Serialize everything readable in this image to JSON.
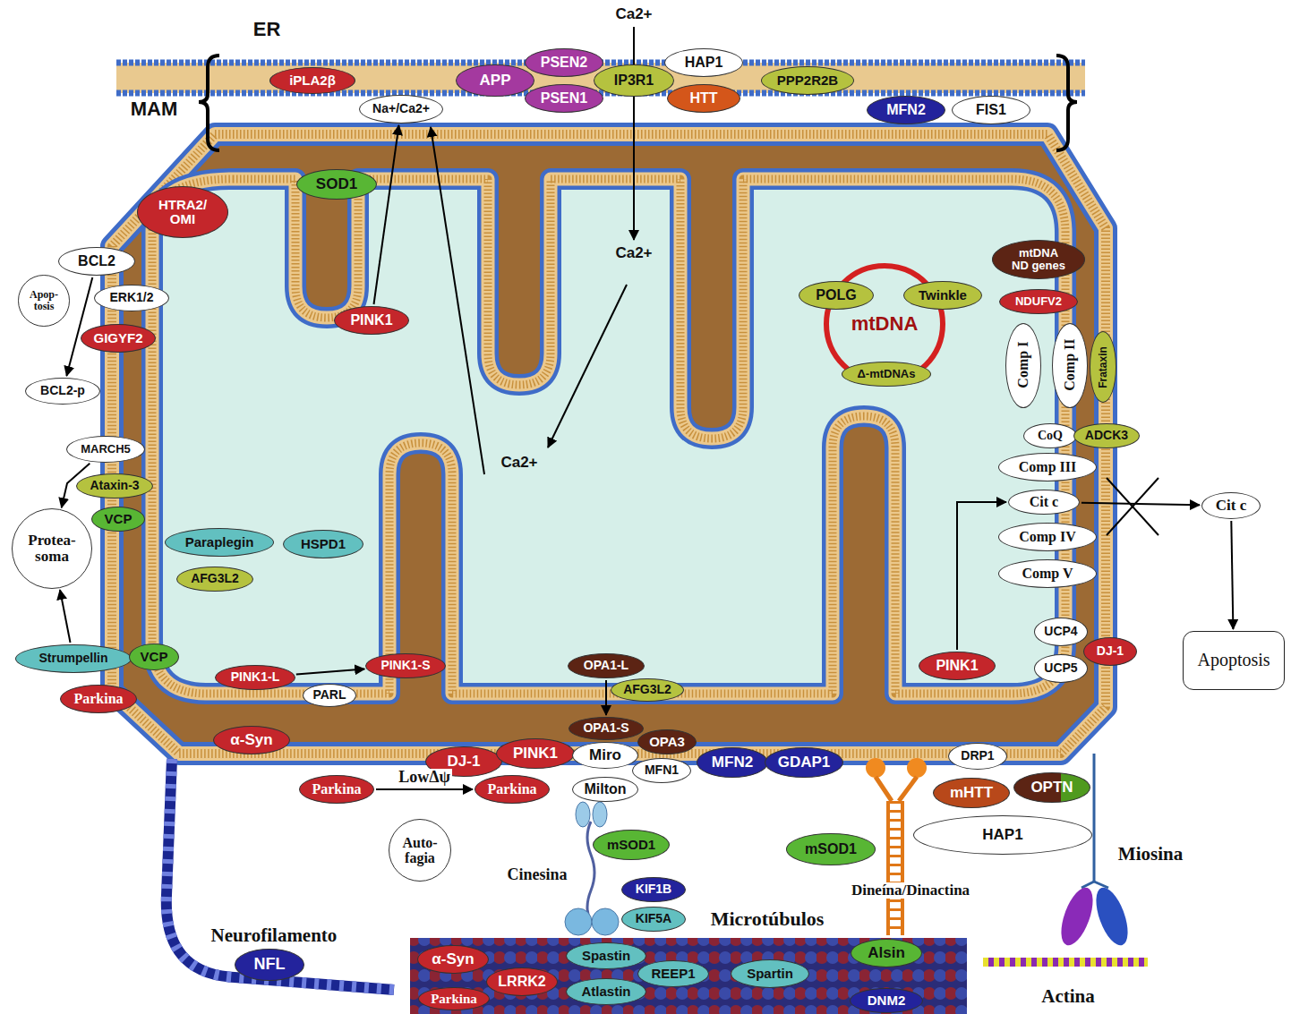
{
  "diagram": {
    "nodes": [
      {
        "text": [
          "iPLA2β"
        ]
      },
      {
        "text": [
          "APP"
        ]
      },
      {
        "text": [
          "PSEN2"
        ]
      },
      {
        "text": [
          "PSEN1"
        ]
      },
      {
        "text": [
          "IP3R1"
        ]
      },
      {
        "text": [
          "HAP1"
        ]
      },
      {
        "text": [
          "HTT"
        ]
      },
      {
        "text": [
          "PPP2R2B"
        ]
      },
      {
        "text": [
          "Na+/Ca2+"
        ]
      },
      {
        "text": [
          "MFN2"
        ]
      },
      {
        "text": [
          "FIS1"
        ]
      },
      {
        "text": [
          "SOD1"
        ]
      },
      {
        "text": [
          "HTRA2/ OMI"
        ]
      },
      {
        "text": [
          "BCL2"
        ]
      },
      {
        "text": [
          "Apop- tosis"
        ]
      },
      {
        "text": [
          "ERK1/2"
        ]
      },
      {
        "text": [
          "GIGYF2"
        ]
      },
      {
        "text": [
          "BCL2-p"
        ]
      },
      {
        "text": [
          "PINK1"
        ]
      },
      {
        "text": [
          "mtDNA"
        ]
      },
      {
        "text": [
          "POLG"
        ]
      },
      {
        "text": [
          "Twinkle"
        ]
      },
      {
        "text": [
          "Δ-mtDNAs"
        ]
      },
      {
        "text": [
          "mtDNA ND genes"
        ]
      },
      {
        "text": [
          "NDUFV2"
        ]
      },
      {
        "text": [
          "Comp I"
        ]
      },
      {
        "text": [
          "Comp II"
        ]
      },
      {
        "text": [
          "Frataxin"
        ]
      },
      {
        "text": [
          "CoQ"
        ]
      },
      {
        "text": [
          "ADCK3"
        ]
      },
      {
        "text": [
          "Comp III"
        ]
      },
      {
        "text": [
          "Cit c"
        ]
      },
      {
        "text": [
          "Comp IV"
        ]
      },
      {
        "text": [
          "Comp V"
        ]
      },
      {
        "text": [
          "Cit c"
        ]
      },
      {
        "text": [
          "Apoptosis"
        ]
      },
      {
        "text": [
          "MARCH5"
        ]
      },
      {
        "text": [
          "Ataxin-3"
        ]
      },
      {
        "text": [
          "VCP"
        ]
      },
      {
        "text": [
          "Protea- soma"
        ]
      },
      {
        "text": [
          "Paraplegin"
        ]
      },
      {
        "text": [
          "HSPD1"
        ]
      },
      {
        "text": [
          "AFG3L2"
        ]
      },
      {
        "text": [
          "Strumpellin"
        ]
      },
      {
        "text": [
          "VCP"
        ]
      },
      {
        "text": [
          "Parkina"
        ]
      },
      {
        "text": [
          "PINK1-L"
        ]
      },
      {
        "text": [
          "PARL"
        ]
      },
      {
        "text": [
          "PINK1-S"
        ]
      },
      {
        "text": [
          "OPA1-L"
        ]
      },
      {
        "text": [
          "AFG3L2"
        ]
      },
      {
        "text": [
          "OPA1-S"
        ]
      },
      {
        "text": [
          "PINK1"
        ]
      },
      {
        "text": [
          "UCP4"
        ]
      },
      {
        "text": [
          "DJ-1"
        ]
      },
      {
        "text": [
          "UCP5"
        ]
      },
      {
        "text": [
          "α-Syn"
        ]
      },
      {
        "text": [
          "DJ-1"
        ]
      },
      {
        "text": [
          "PINK1"
        ]
      },
      {
        "text": [
          "Miro"
        ]
      },
      {
        "text": [
          "OPA3"
        ]
      },
      {
        "text": [
          "MFN1"
        ]
      },
      {
        "text": [
          "Milton"
        ]
      },
      {
        "text": [
          "MFN2"
        ]
      },
      {
        "text": [
          "GDAP1"
        ]
      },
      {
        "text": [
          "DRP1"
        ]
      },
      {
        "text": [
          "Parkina"
        ]
      },
      {
        "text": [
          "Parkina"
        ]
      },
      {
        "text": [
          "mHTT"
        ]
      },
      {
        "text": [
          "OPTN"
        ]
      },
      {
        "text": [
          "HAP1"
        ]
      },
      {
        "text": [
          "Auto- fagia"
        ]
      },
      {
        "text": [
          "mSOD1"
        ]
      },
      {
        "text": [
          "mSOD1"
        ]
      },
      {
        "text": [
          "KIF1B"
        ]
      },
      {
        "text": [
          "KIF5A"
        ]
      },
      {
        "text": [
          "Alsin"
        ]
      },
      {
        "text": [
          "NFL"
        ]
      },
      {
        "text": [
          "α-Syn"
        ]
      },
      {
        "text": [
          "LRRK2"
        ]
      },
      {
        "text": [
          "Parkina"
        ]
      },
      {
        "text": [
          "Spastin"
        ]
      },
      {
        "text": [
          "Atlastin"
        ]
      },
      {
        "text": [
          "REEP1"
        ]
      },
      {
        "text": [
          "Spartin"
        ]
      },
      {
        "text": [
          "DNM2"
        ]
      }
    ],
    "edges": [
      {
        "from": 13,
        "to": 17,
        "arrow": "to"
      },
      {
        "from": 36,
        "to": 39,
        "arrow": "to"
      },
      {
        "from": 43,
        "to": 39,
        "arrow": "to"
      },
      {
        "from": 46,
        "to": 48,
        "arrow": "to"
      },
      {
        "from": 49,
        "to": 51,
        "arrow": "to"
      },
      {
        "from": 66,
        "to": 67,
        "label": "LowΔψ",
        "arrow": "to"
      },
      {
        "from": 18,
        "to": 8,
        "arrow": "to"
      },
      {
        "from": 52,
        "to": 31,
        "arrow": "to"
      },
      {
        "from": 31,
        "to": 34,
        "arrow": "to"
      },
      {
        "from": 34,
        "to": 35,
        "arrow": "to"
      }
    ],
    "labels": [
      "ER",
      "MAM",
      "Ca2+",
      "Ca2+",
      "Ca2+",
      "Cinesina",
      "Microtúbulos",
      "Neurofilamento",
      "Dineína/Dinactina",
      "Miosina",
      "Actina"
    ]
  }
}
